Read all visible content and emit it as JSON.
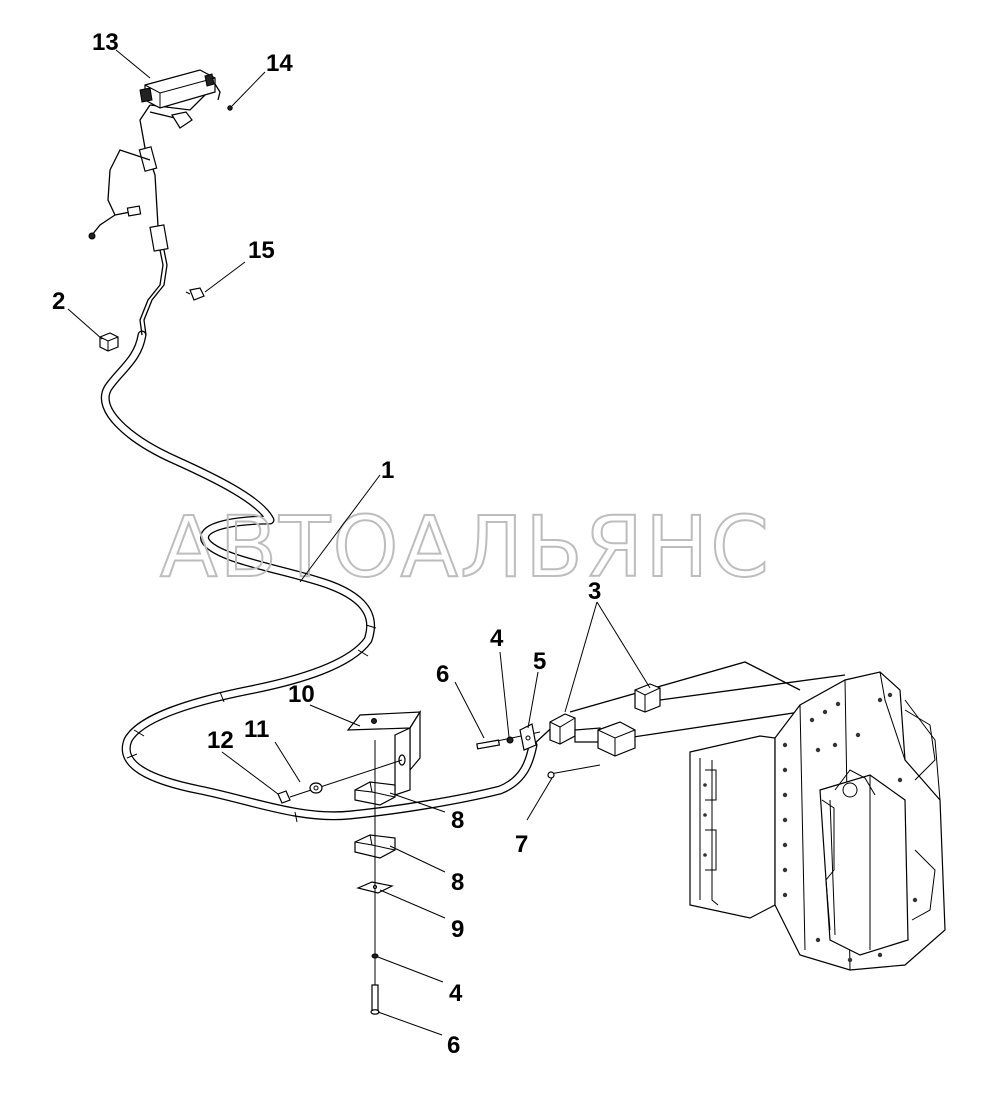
{
  "watermark": "АВТОАЛЬЯНС",
  "callouts": {
    "c1": "1",
    "c2": "2",
    "c3": "3",
    "c4a": "4",
    "c4b": "4",
    "c5": "5",
    "c6a": "6",
    "c6b": "6",
    "c7": "7",
    "c8a": "8",
    "c8b": "8",
    "c9": "9",
    "c10": "10",
    "c11": "11",
    "c12": "12",
    "c13": "13",
    "c14": "14",
    "c15": "15"
  }
}
